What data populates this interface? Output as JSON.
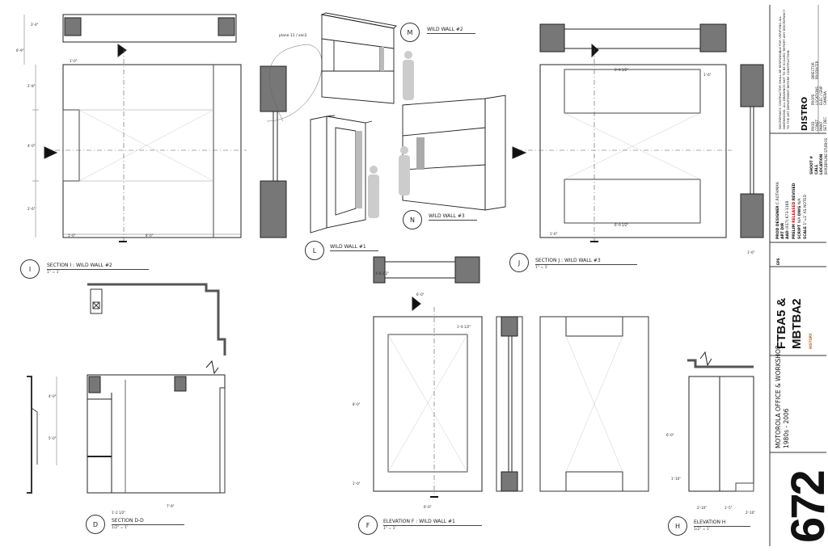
{
  "views": {
    "i": {
      "bubble": "I",
      "title": "SECTION I : WILD WALL #2",
      "scale": "1\" = 1'"
    },
    "j": {
      "bubble": "J",
      "title": "SECTION J : WILD WALL #3",
      "scale": "1\" = 1'"
    },
    "l": {
      "bubble": "L",
      "title": "WILD WALL #1"
    },
    "m": {
      "bubble": "M",
      "title": "WILD WALL #2"
    },
    "n": {
      "bubble": "N",
      "title": "WILD WALL #3"
    },
    "d": {
      "bubble": "D",
      "title": "SECTION D-D",
      "scale": "1/2\" = 1'"
    },
    "f": {
      "bubble": "F",
      "title": "ELEVATION F : WILD WALL #1",
      "scale": "1\" = 1'"
    },
    "h": {
      "bubble": "H",
      "title": "ELEVATION H",
      "scale": "1/2\" = 1'"
    }
  },
  "annotations": {
    "plane_note": "plane 11 / sec2",
    "dims": {
      "i_top": "1'-0\"",
      "i_bottom_a": "1'-0\"",
      "i_bottom_b": "8'-0\"",
      "i_side_a": "2'-8\"",
      "i_side_b": "4'-0\"",
      "i_side_c": "2'-6\"",
      "i_top_left": "6'-9\"",
      "i_tl2": "3'-4\"",
      "j_a": "6'-9 1/2\"",
      "j_b": "1'-6\"",
      "j_c": "6'-9 1/2\"",
      "j_d": "1'-6\"",
      "j_e": "1'-6\"",
      "f_a": "6'-0\"",
      "f_b": "1'-6 1/2\"",
      "f_c": "8'-0\"",
      "f_d": "1'-0\"",
      "f_e": "6'-0\"",
      "f_top": "1'-6 1/2\"",
      "d_a": "1'-2 1/2\"",
      "d_b": "7'-9\"",
      "d_c": "4'-0\"",
      "d_d": "5'-0\"",
      "h_a": "2'-10\"",
      "h_b": "1'-5\"",
      "h_c": "2'-10\"",
      "h_d": "6'-0\"",
      "h_e": "1'-10\""
    }
  },
  "title_block": {
    "distro": "DISTRO",
    "prod_designer_label": "PROD DESIGNER",
    "prod_designer": "C.ROTHMAN",
    "art_dir_label": "ART DIR",
    "aad_label": "AAD",
    "phone": "(917) 673-1169",
    "prelim": "PRELIM",
    "released": "RELEASED",
    "revised": "REVISED",
    "script_label": "SCRIPT",
    "script_value": "N/A",
    "dwg_label": "DWG",
    "dwg_value": "N/A",
    "scale_label": "SCALE",
    "scale_value": "1\"=1' AS NOTED",
    "shoot_label": "SHOOT #",
    "call_label": "CALL",
    "location_label": "LOCATION",
    "location_value": "BORDERLINE STUDIOS",
    "set_label": "SCALE: AS NOTED",
    "eps": "EPS",
    "show_a": "FTBA5 &",
    "show_b": "MBTBA2",
    "network": "HISTORY",
    "set_name": "MOTOROLA OFFICE & WORKSHOP",
    "set_years": "1980s - 2006",
    "sheet_number": "672",
    "notes": "DISCREPANCY: CONTRACTOR SHALL BE RESPONSIBLE FOR VERIFYING ALL DIMENSIONS. ALL DRAWINGS NOT TO BE SCALED. REPORT ANY DISCREPANCY TO THE ART DEPARTMENT BEFORE CONSTRUCTION.",
    "distro_list": [
      "PROD",
      "CONST",
      "PAINT",
      "SET DEC",
      "PROPS",
      "LOCATIONS",
      "ELEC / GRIP",
      "CAMERA",
      "DIRECTOR",
      "PRODUCER"
    ]
  }
}
